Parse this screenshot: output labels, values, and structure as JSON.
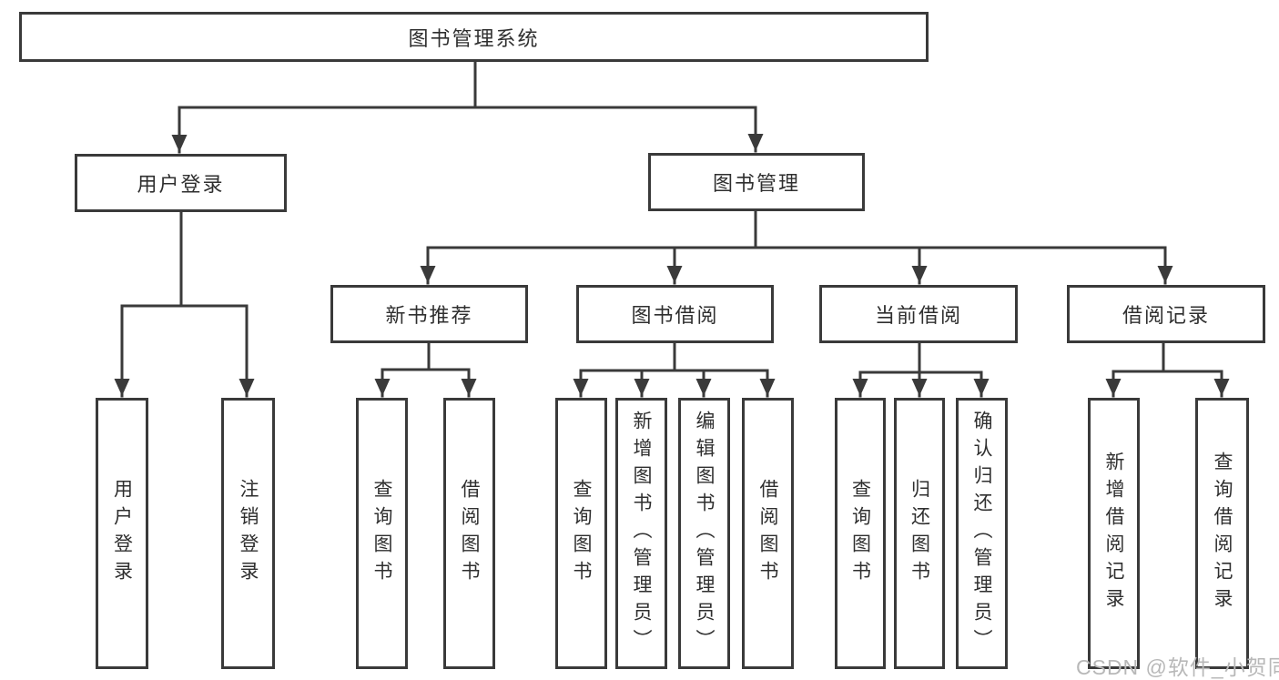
{
  "diagram": {
    "type": "hierarchy-tree",
    "colors": {
      "line": "#3a3a3a",
      "box_border": "#3a3a3a",
      "text": "#2f2f2f",
      "background": "#ffffff",
      "watermark": "#b8b8b8"
    },
    "nodes": {
      "root": {
        "label": "图书管理系统"
      },
      "level2": [
        {
          "label": "用户登录"
        },
        {
          "label": "图书管理"
        }
      ],
      "level3": [
        {
          "label": "新书推荐"
        },
        {
          "label": "图书借阅"
        },
        {
          "label": "当前借阅"
        },
        {
          "label": "借阅记录"
        }
      ],
      "leaves": [
        {
          "label": "用户登录",
          "parent": "用户登录"
        },
        {
          "label": "注销登录",
          "parent": "用户登录"
        },
        {
          "label": "查询图书",
          "parent": "新书推荐"
        },
        {
          "label": "借阅图书",
          "parent": "新书推荐"
        },
        {
          "label": "查询图书",
          "parent": "图书借阅"
        },
        {
          "label": "新增图书（管理员）",
          "parent": "图书借阅"
        },
        {
          "label": "编辑图书（管理员）",
          "parent": "图书借阅"
        },
        {
          "label": "借阅图书",
          "parent": "图书借阅"
        },
        {
          "label": "查询图书",
          "parent": "当前借阅"
        },
        {
          "label": "归还图书",
          "parent": "当前借阅"
        },
        {
          "label": "确认归还（管理员）",
          "parent": "当前借阅"
        },
        {
          "label": "新增借阅记录",
          "parent": "借阅记录"
        },
        {
          "label": "查询借阅记录",
          "parent": "借阅记录"
        }
      ]
    }
  },
  "watermark": {
    "text": "CSDN @软件_小贺同学"
  }
}
